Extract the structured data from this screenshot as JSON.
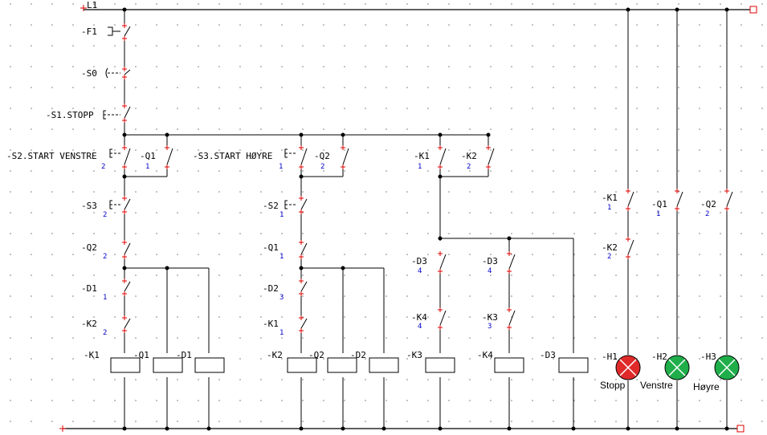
{
  "rails": {
    "top": "L1"
  },
  "colors": {
    "wire": "#000000",
    "terminal": "#dd0000",
    "contact_number": "#0000cc",
    "lamp_red": "#e02a2a",
    "lamp_green": "#1fae4a"
  },
  "labels": {
    "f1": "-F1",
    "s0": "-S0",
    "s1": "-S1.STOPP",
    "s2": "-S2.START VENSTRE",
    "s2_q1": "-Q1",
    "s3a": "-S3.START HØYRE",
    "s3a_q2": "-Q2",
    "k1a": "-K1",
    "k2a": "-K2",
    "s3b": "-S3",
    "q2a": "-Q2",
    "d1a": "-D1",
    "k2b": "-K2",
    "s2b": "-S2",
    "q1a": "-Q1",
    "d2a": "-D2",
    "k1b": "-K1",
    "d3a": "-D3",
    "k4a": "-K4",
    "d3b": "-D3",
    "k3a": "-K3",
    "k1c": "-K1",
    "k2c": "-K2",
    "q1c": "-Q1",
    "q2c": "-Q2"
  },
  "contact_numbers": {
    "s2": "2",
    "q1": "1",
    "s3a": "1",
    "q2": "2",
    "k1": "1",
    "k2": "2",
    "s3b": "2",
    "q2a": "2",
    "d1a": "1",
    "k2b": "2",
    "s2b": "1",
    "q1a": "1",
    "d2a": "3",
    "k1b": "1",
    "d3a": "4",
    "k4a": "4",
    "d3b": "4",
    "k3a": "3",
    "k1c": "1",
    "k2c": "2",
    "q1c": "1",
    "q2c": "2"
  },
  "coils": {
    "k1": "-K1",
    "q1": "-Q1",
    "d1": "-D1",
    "k2": "-K2",
    "q2": "-Q2",
    "d2": "-D2",
    "k3": "-K3",
    "k4": "-K4",
    "d3": "-D3"
  },
  "lamps": [
    {
      "tag": "-H1",
      "caption": "Stopp",
      "color": "#e02a2a"
    },
    {
      "tag": "-H2",
      "caption": "Venstre",
      "color": "#1fae4a"
    },
    {
      "tag": "-H3",
      "caption": "Høyre",
      "color": "#1fae4a"
    }
  ]
}
